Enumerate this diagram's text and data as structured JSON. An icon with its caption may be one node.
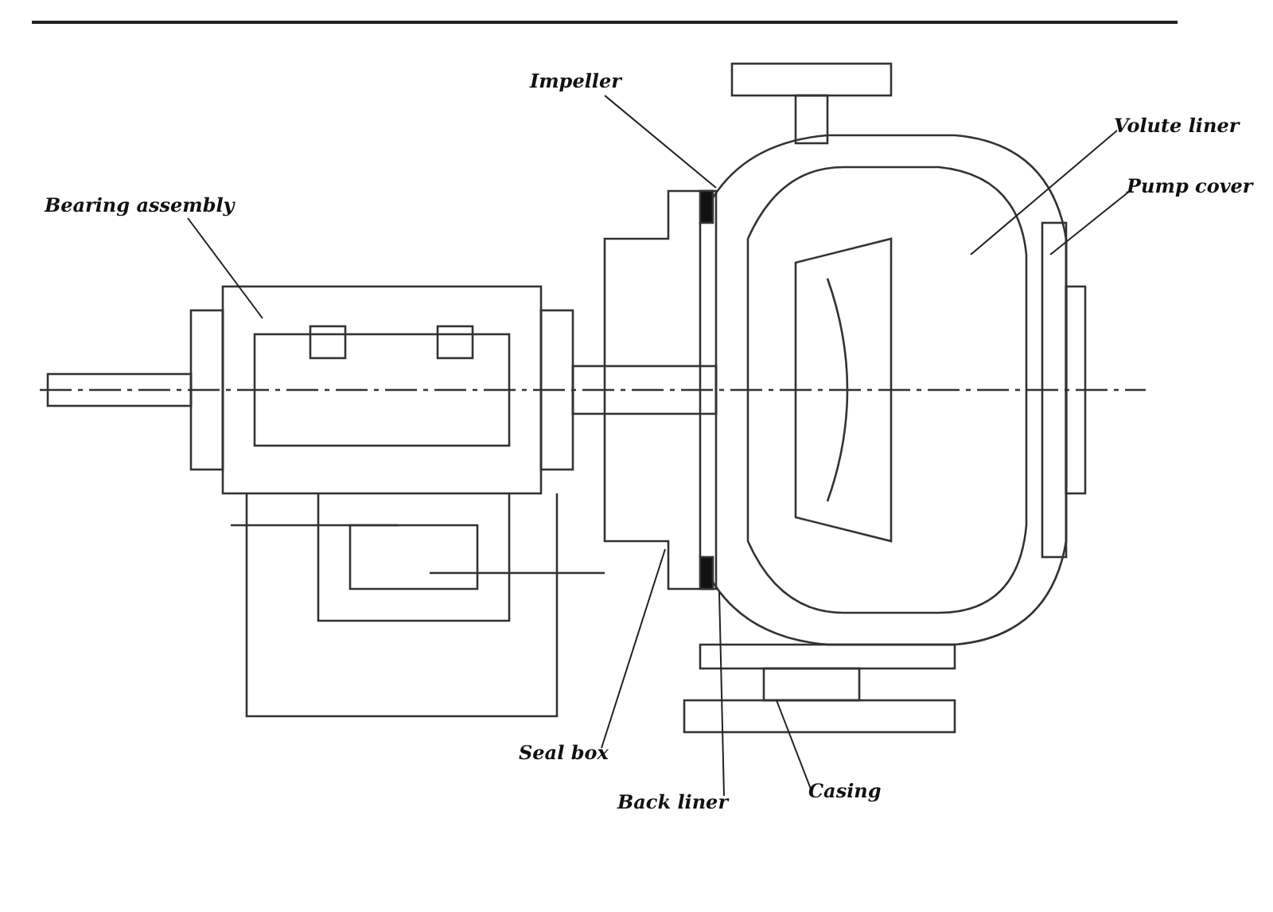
{
  "diagram": {
    "nodes": [
      {
        "text": [
          "Impeller"
        ]
      },
      {
        "text": [
          "Volute liner"
        ]
      },
      {
        "text": [
          "Pump cover"
        ]
      },
      {
        "text": [
          "Bearing assembly"
        ]
      },
      {
        "text": [
          "Seal box"
        ]
      },
      {
        "text": [
          "Back liner"
        ]
      },
      {
        "text": [
          "Casing"
        ]
      }
    ],
    "edges": [
      {
        "from": 0,
        "to": null,
        "arrow": "none"
      },
      {
        "from": 1,
        "to": null,
        "arrow": "none"
      },
      {
        "from": 2,
        "to": null,
        "arrow": "none"
      },
      {
        "from": 3,
        "to": null,
        "arrow": "none"
      },
      {
        "from": 4,
        "to": null,
        "arrow": "none"
      },
      {
        "from": 5,
        "to": null,
        "arrow": "none"
      },
      {
        "from": 6,
        "to": null,
        "arrow": "none"
      }
    ]
  }
}
